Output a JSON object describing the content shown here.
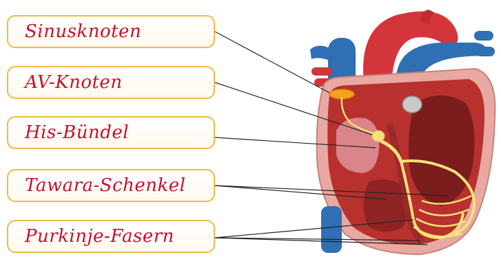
{
  "labels": [
    {
      "id": "sinusknoten",
      "text": "Sinusknoten"
    },
    {
      "id": "av-knoten",
      "text": "AV-Knoten"
    },
    {
      "id": "his-buendel",
      "text": "His-Bündel"
    },
    {
      "id": "tawara-schenkel",
      "text": "Tawara-Schenkel"
    },
    {
      "id": "purkinje-fasern",
      "text": "Purkinje-Fasern"
    }
  ],
  "colors": {
    "label_text": "#c8102e",
    "label_border": "#f1b945",
    "vein_blue": "#2f6fb3",
    "artery_red": "#d3353b",
    "conduction_yellow": "#f6e27a",
    "myocardium": "#b8312e"
  }
}
